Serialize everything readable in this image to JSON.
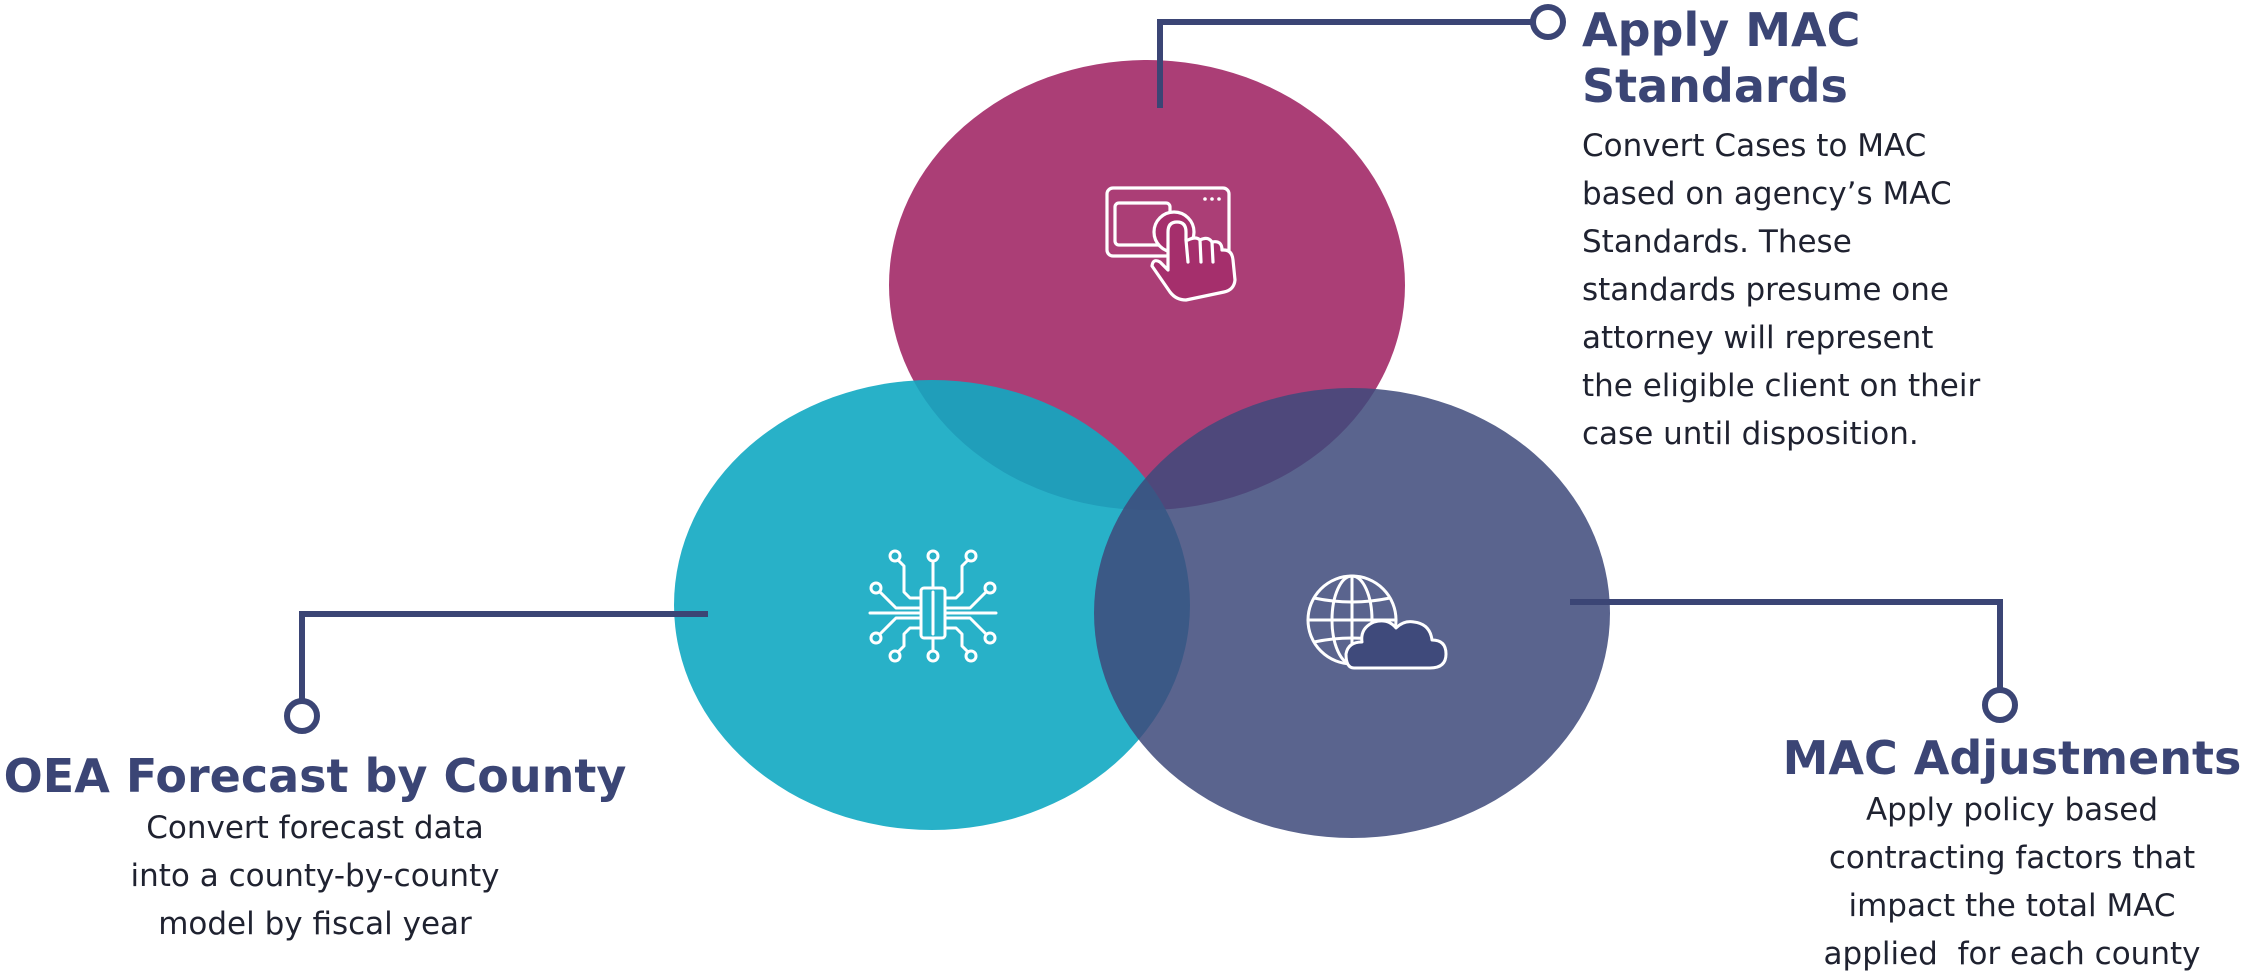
{
  "colors": {
    "magenta": "#a52f6c",
    "teal": "#11a9c2",
    "slate": "#3f4a7b",
    "connector": "#3b4575",
    "heading": "#3b4575",
    "body_text": "#1f2230"
  },
  "icons": {
    "top": "touchscreen-tap-icon",
    "left": "circuit-chip-icon",
    "right": "globe-cloud-icon"
  },
  "top_block": {
    "title_lines": [
      "Apply MAC",
      "Standards"
    ],
    "text_lines": [
      "Convert Cases to MAC",
      "based on agency’s MAC",
      "Standards. These",
      "standards presume one",
      "attorney will represent",
      "the eligible client on their",
      "case until disposition."
    ]
  },
  "left_block": {
    "title": "OEA Forecast by County",
    "text_lines": [
      "Convert forecast data",
      "into a county-by-county",
      "model by fiscal year"
    ]
  },
  "right_block": {
    "title": "MAC Adjustments",
    "text_lines": [
      "Apply policy based",
      "contracting factors that",
      "impact the total MAC",
      "applied  for each county"
    ]
  }
}
